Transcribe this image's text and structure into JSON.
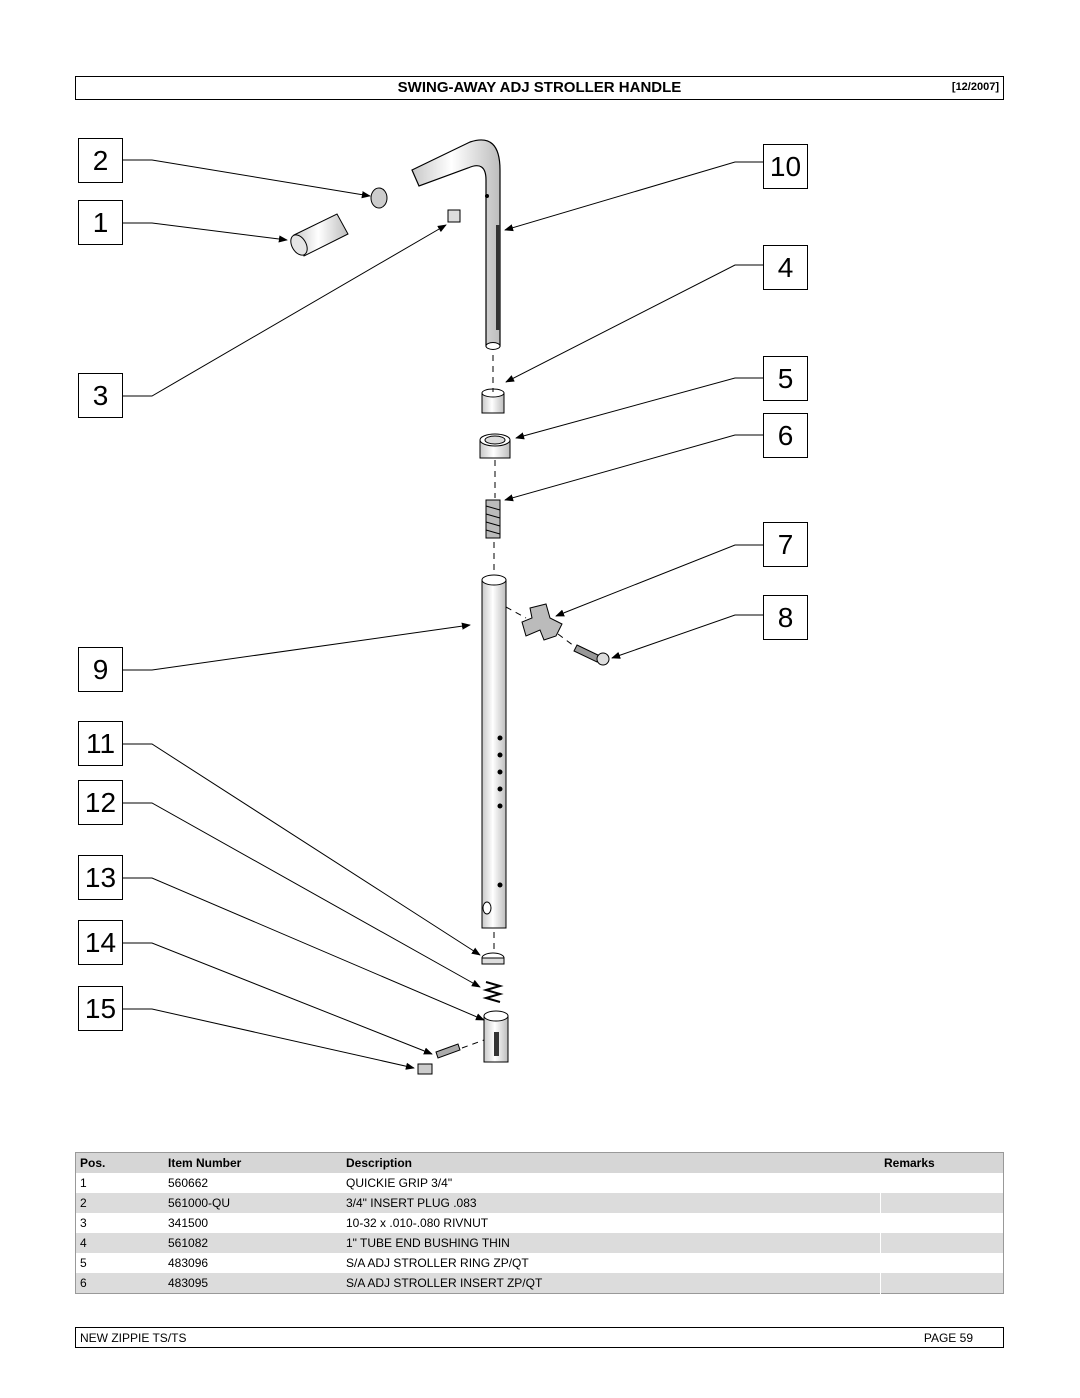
{
  "header": {
    "title": "SWING-AWAY ADJ STROLLER HANDLE",
    "date": "[12/2007]"
  },
  "callouts": {
    "c1": "1",
    "c2": "2",
    "c3": "3",
    "c4": "4",
    "c5": "5",
    "c6": "6",
    "c7": "7",
    "c8": "8",
    "c9": "9",
    "c10": "10",
    "c11": "11",
    "c12": "12",
    "c13": "13",
    "c14": "14",
    "c15": "15"
  },
  "table": {
    "headers": {
      "pos": "Pos.",
      "item": "Item Number",
      "desc": "Description",
      "remarks": "Remarks"
    },
    "rows": [
      {
        "pos": "1",
        "item": "560662",
        "desc": "QUICKIE GRIP 3/4\"",
        "remarks": ""
      },
      {
        "pos": "2",
        "item": "561000-QU",
        "desc": "3/4\" INSERT PLUG .083",
        "remarks": ""
      },
      {
        "pos": "3",
        "item": "341500",
        "desc": "10-32 x .010-.080 RIVNUT",
        "remarks": ""
      },
      {
        "pos": "4",
        "item": "561082",
        "desc": "1\" TUBE END BUSHING THIN",
        "remarks": ""
      },
      {
        "pos": "5",
        "item": "483096",
        "desc": "S/A ADJ STROLLER RING ZP/QT",
        "remarks": ""
      },
      {
        "pos": "6",
        "item": "483095",
        "desc": "S/A ADJ STROLLER INSERT ZP/QT",
        "remarks": ""
      }
    ]
  },
  "footer": {
    "left": "NEW ZIPPIE TS/TS",
    "right": "PAGE 59"
  }
}
